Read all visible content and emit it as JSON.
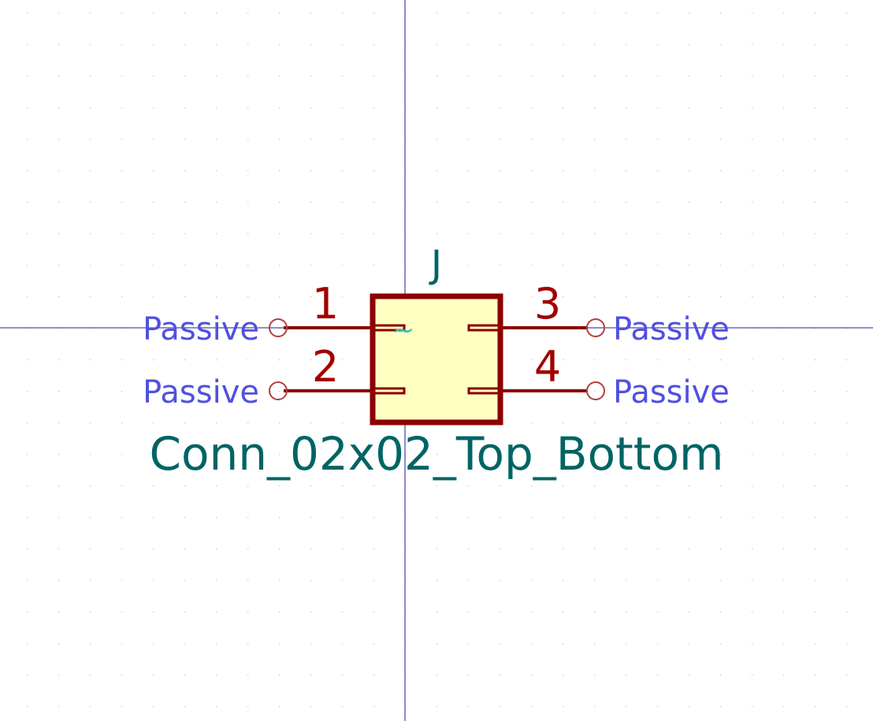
{
  "symbol": {
    "reference": "J",
    "value": "Conn_02x02_Top_Bottom",
    "pins": [
      {
        "number": "1",
        "type": "Passive",
        "side": "left"
      },
      {
        "number": "2",
        "type": "Passive",
        "side": "left"
      },
      {
        "number": "3",
        "type": "Passive",
        "side": "right"
      },
      {
        "number": "4",
        "type": "Passive",
        "side": "right"
      }
    ],
    "body_marker": "~"
  },
  "colors": {
    "background": "#ffffff",
    "grid_dot": "#c8c8c8",
    "axis": "#1e1e8c",
    "body_outline": "#8b0000",
    "body_fill": "#ffffc2",
    "pin": "#8b0000",
    "pin_number": "#a00000",
    "pin_type": "#5050e0",
    "field_text": "#006464",
    "marker": "#3cbebe"
  }
}
